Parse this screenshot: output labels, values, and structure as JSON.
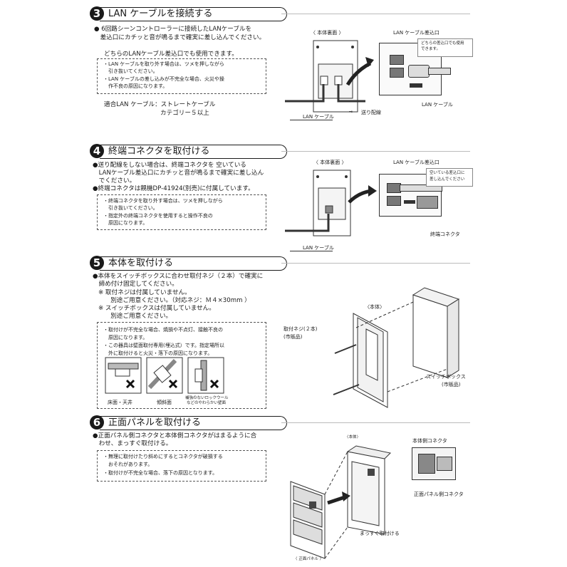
{
  "s3": {
    "num": "3",
    "title": "LAN ケーブルを接続する",
    "p1": "● 6回路シーンコントローラーに接続したLANケーブルを",
    "p2": "　差込口にカチッと音が鳴るまで確実に差し込んでください。",
    "p3": "どちらのLANケーブル差込口でも使用できます。",
    "w1": "・LAN ケーブルを取り外す場合は、ツメを押しながら",
    "w2": "　引き抜いてください。",
    "w3": "・LAN ケーブルの差し込みが不完全な場合、火災や操",
    "w4": "　作不良の原因になります。",
    "c1": "適合LAN ケーブル：ストレートケーブル",
    "c2": "カテゴリー５以上",
    "back": "〈 本体裏面 〉",
    "port": "LAN ケーブル差込口",
    "note1": "どちらの差込口でも使用",
    "note2": "できます。",
    "cable_l": "LAN ケーブル",
    "cable_r": "LAN ケーブル",
    "feed": "送り配線"
  },
  "s4": {
    "num": "4",
    "title": "終端コネクタを取付ける",
    "p1": "●送り配線をしない場合は、終端コネクタを 空いている",
    "p2": "　LANケーブル差込口にカチッと音が鳴るまで確実に差し込ん",
    "p3": "　でください。",
    "p4": "●終端コネクタは親機DP-41924(別売)に付属しています。",
    "w1": "・終端コネクタを取り外す場合は、ツメを押しながら",
    "w2": "　引き抜いてください。",
    "w3": "・指定外の終端コネクタを使用すると操作不良の",
    "w4": "　原因になります。",
    "back": "〈 本体裏面 〉",
    "port": "LAN ケーブル差込口",
    "note1": "空いている差込口に",
    "note2": "差し込んでください",
    "terminator": "終端コネクタ",
    "cable": "LAN ケーブル"
  },
  "s5": {
    "num": "5",
    "title": "本体を取付ける",
    "p1": "●本体をスイッチボックスに合わせ取付ネジ（２本）で確実に",
    "p2": "　締め付け固定してください。",
    "p3": "※ 取付ネジは付属していません。",
    "p4": "　　別途ご用意ください。（対応ネジ：Ｍ４×30mm ）",
    "p5": "※ スイッチボックスは付属していません。",
    "p6": "　　別途ご用意ください。",
    "w1": "・取付けが不完全な場合、焼損や不点灯、接触不良の",
    "w2": "　原因になります。",
    "w3": "・この器具は壁面取付専用(埋込式）です。指定場所以",
    "w4": "　外に取付けると火災・落下の原因になります。",
    "lbl1": "床面・天井",
    "lbl2": "傾斜面",
    "lbl3a": "補強のないロックウール",
    "lbl3b": "などのやわらかい壁面",
    "unit": "〈本体〉",
    "screw1": "取付ネジ(２本)",
    "screw2": "(市販品)",
    "box1": "スイッチボックス",
    "box2": "(市販品)"
  },
  "s6": {
    "num": "6",
    "title": "正面パネルを取付ける",
    "p1": "●正面パネル側コネクタと本体側コネクタがはまるように合",
    "p2": "　わせ、まっすぐ取付ける。",
    "w1": "・無理に取付けたり斜めにするとコネクタが破損する",
    "w2": "　おそれがあります。",
    "w3": "・取付けが不完全な場合、落下の原因となります。",
    "unit": "〈本体〉",
    "front": "〈 正面パネル 〉",
    "conn1": "本体側コネクタ",
    "conn2": "正面パネル側コネクタ",
    "straight": "まっすぐ取付ける"
  },
  "colors": {
    "ink": "#1a1a1a",
    "gray": "#9a9a9a",
    "light": "#e6e6e6"
  }
}
